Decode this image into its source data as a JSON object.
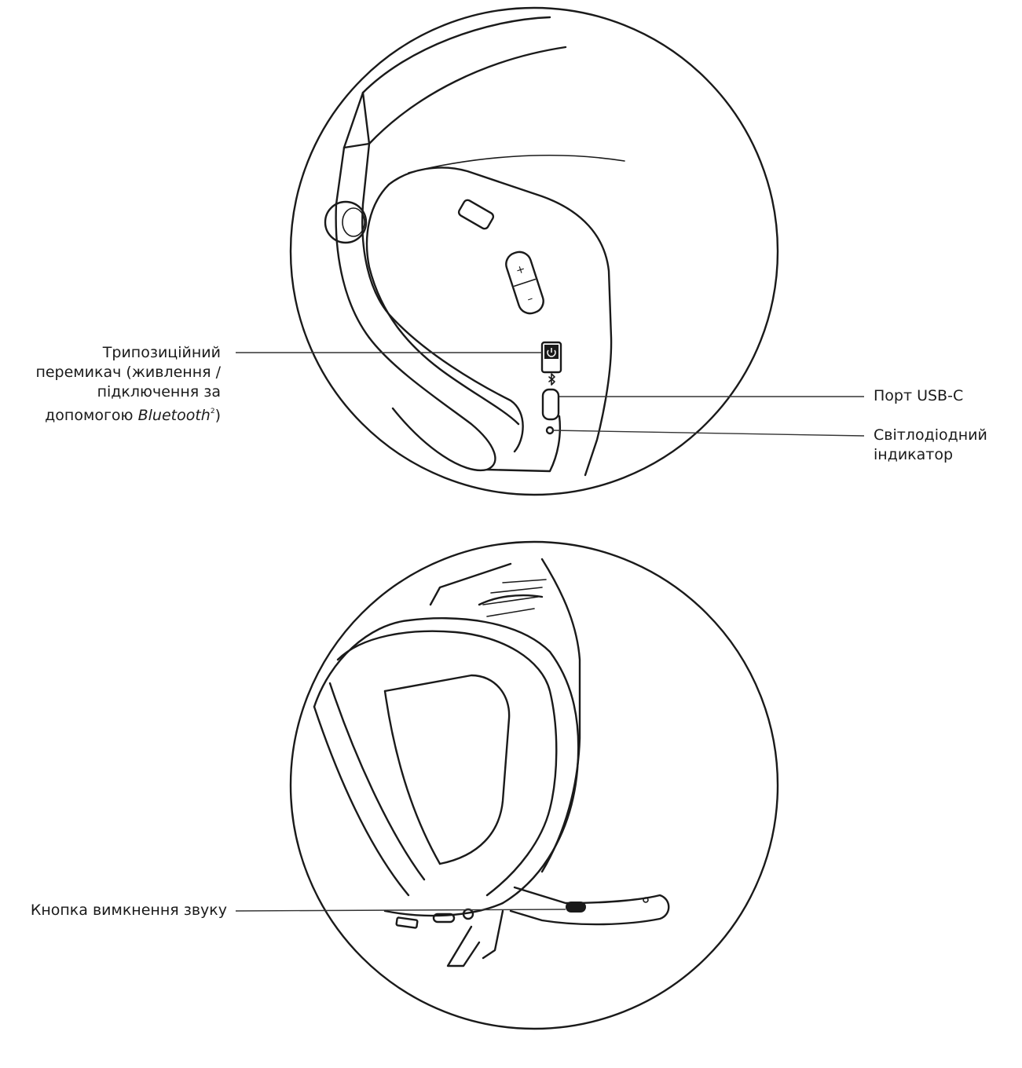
{
  "callouts": {
    "switch": {
      "line1": "Трипозиційний",
      "line2": "перемикач (живлення /",
      "line3": "підключення за",
      "line4_prefix": "допомогою ",
      "line4_brand": "Bluetooth",
      "line4_sup": "2",
      "line4_suffix": ")"
    },
    "usb_port": "Порт USB-C",
    "led": {
      "line1": "Світлодіодний",
      "line2": "індикатор"
    },
    "mute_button": "Кнопка вимкнення звуку"
  },
  "icons": {
    "power": "power-icon",
    "bluetooth": "bluetooth-icon",
    "volume_up": "+",
    "volume_down": "–"
  }
}
